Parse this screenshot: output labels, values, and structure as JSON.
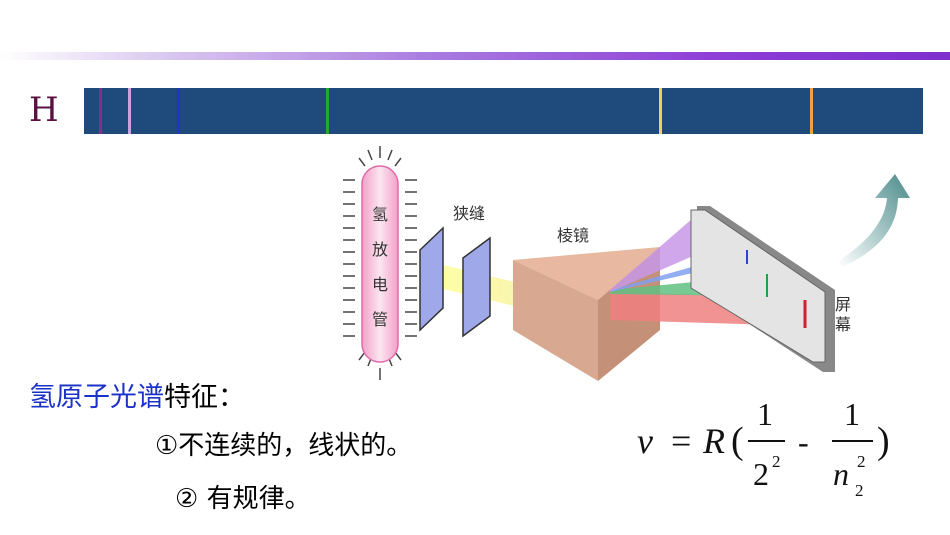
{
  "element_label": "H",
  "spectrum": {
    "background": "#1f4b7c",
    "lines": [
      {
        "color": "#8a2a8a"
      },
      {
        "color": "#c9a0e0"
      },
      {
        "color": "#2233cc"
      },
      {
        "color": "#22aa33"
      },
      {
        "color": "#f0d060"
      },
      {
        "color": "#f0a040"
      }
    ]
  },
  "diagram": {
    "tube_chars": [
      "氢",
      "放",
      "电",
      "管"
    ],
    "slit_label": "狭缝",
    "prism_label": "棱镜",
    "screen_label_1": "屏",
    "screen_label_2": "幕"
  },
  "features": {
    "highlight": "氢原子光谱",
    "rest": "特征：",
    "highlight_color": "#1a32c8",
    "items": [
      "①不连续的，线状的。",
      "② 有规律。"
    ]
  },
  "formula": {
    "nu": "ν",
    "eq": "=",
    "R": "R",
    "open": "(",
    "one": "1",
    "two": "2",
    "exp": "2",
    "minus": "-",
    "n": "n",
    "sub": "2",
    "close": ")"
  }
}
